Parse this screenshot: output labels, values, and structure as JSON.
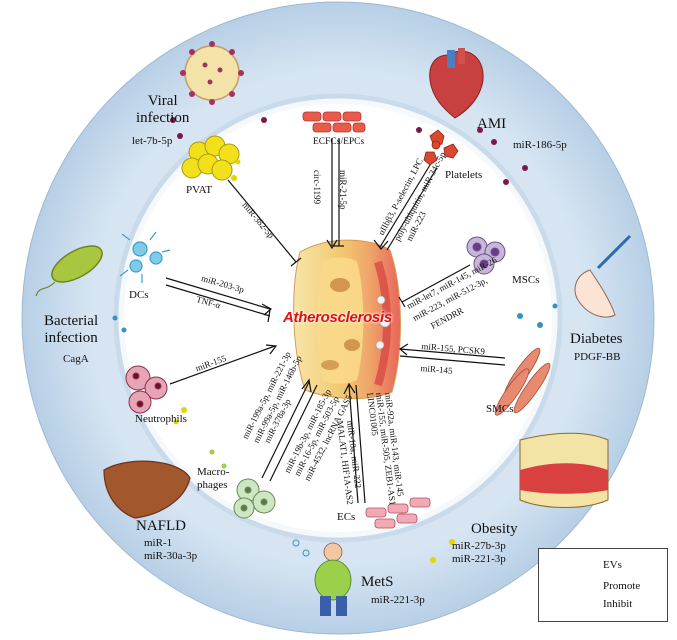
{
  "center": {
    "title": "Atherosclerosis"
  },
  "outer_ring": {
    "viral_infection": {
      "title": "Viral\ninfection",
      "mirna": "let-7b-5p"
    },
    "ami": {
      "title": "AMI",
      "mirna": "miR-186-5p"
    },
    "bacterial_infection": {
      "title": "Bacterial\ninfection",
      "mirna": "CagA"
    },
    "diabetes": {
      "title": "Diabetes",
      "mirna": "PDGF-BB"
    },
    "nafld": {
      "title": "NAFLD",
      "mirna": [
        "miR-1",
        "miR-30a-3p"
      ]
    },
    "obesity": {
      "title": "Obesity",
      "mirna": [
        "miR-27b-3p",
        "miR-221-3p"
      ]
    },
    "mets": {
      "title": "MetS",
      "mirna": "miR-221-3p"
    }
  },
  "cells": {
    "ecfcs": {
      "label": "ECFCs/EPCs",
      "mirna_a": "circ-1199",
      "mirna_b": "miR-21-5p"
    },
    "pvat": {
      "label": "PVAT",
      "mirna": "miR-382-5p"
    },
    "platelets": {
      "label": "Platelets",
      "mirna_a": "αIIbβ3, P-selectin, LPC",
      "mirna_b": "poly-ubiquitin, miR-34c-5p",
      "mirna_c": "miR-223"
    },
    "dcs": {
      "label": "DCs",
      "mirna_a": "miR-203-3p",
      "mirna_b": "TNF-α"
    },
    "mscs": {
      "label": "MSCs",
      "mirna_a": "miR-let7, miR-145, miR-26",
      "mirna_b": "miR-223, miR-512-3p,",
      "mirna_c": "FENDRR"
    },
    "neutrophils": {
      "label": "Neutrophils",
      "mirna": "miR-155"
    },
    "smcs": {
      "label": "SMCs",
      "mirna_a": "miR-155, PCSK9",
      "mirna_b": "miR-145"
    },
    "macrophages": {
      "label": "Macro-\nphages",
      "mirna_lines": [
        "miR-199a-5p, miR-221-3p",
        "miR-99a-5p, miR-146b-5p",
        "miR-378a-3p",
        "miR-19b-3p, miR-185-3p",
        "miR-16-5p, miR-503-5p",
        "miR-4532, lncRNA GAS5"
      ]
    },
    "ecs": {
      "label": "ECs",
      "mirna_lines": [
        "miR-92a, miR-143, miR-145",
        "miR-155, miR-505, ZEB1-AS1",
        "LINC01005",
        "miR-10a, miR-222",
        "MALAT1, HIF1A-AS2"
      ]
    }
  },
  "legend": {
    "evs": "EVs",
    "promote": "Promote",
    "inhibit": "Inhibit"
  },
  "colors": {
    "outer_ring": "#bcd3e8",
    "inner_disk": "#ffffff",
    "inner_ring_edge": "#e3edf6",
    "center_red": "#e01010",
    "ev_purple": "#7a1a4a",
    "ev_blue": "#3a8fc8",
    "ev_yellow": "#e3d600"
  }
}
